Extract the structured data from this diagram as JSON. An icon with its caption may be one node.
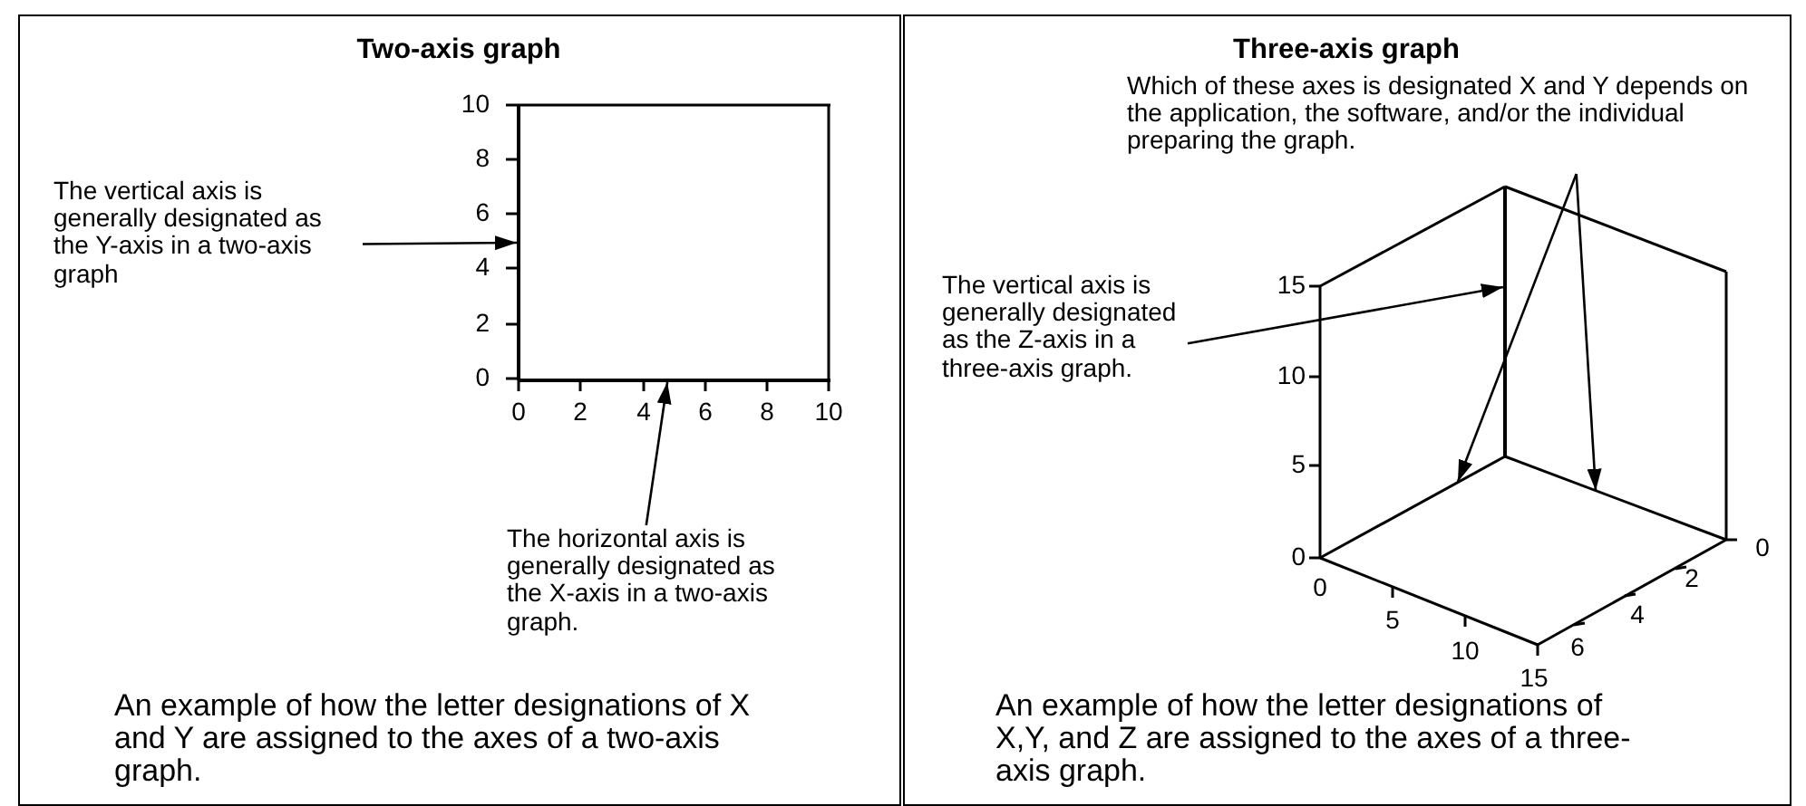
{
  "diagram": {
    "nodes": [
      {
        "text": [
          "Two-axis graph",
          "An example of how the letter designations of X and Y are assigned to the axes of a two-axis graph."
        ]
      },
      {
        "text": [
          "The vertical axis is generally designated as the Y-axis in a two-axis graph"
        ],
        "in": 0
      },
      {
        "text": [],
        "shape": "line",
        "in": 0
      },
      {
        "text": [],
        "shape": "line",
        "in": 0
      },
      {
        "text": [
          "The horizontal axis is generally designated as the X-axis in a two-axis graph."
        ],
        "in": 0
      },
      {
        "text": [
          "Three-axis graph",
          "An example of how the letter designations of X,Y, and Z are assigned to the axes of a three-axis graph."
        ]
      },
      {
        "text": [
          "Which of these axes is designated X and Y depends on the application, the software, and/or the individual preparing the graph."
        ],
        "in": 5
      },
      {
        "text": [
          "The vertical axis is generally designated as the Z-axis in a three-axis graph."
        ],
        "in": 5
      },
      {
        "text": [],
        "shape": "line",
        "in": 5
      },
      {
        "text": [],
        "shape": "line",
        "in": 5
      },
      {
        "text": [],
        "shape": "line",
        "in": 5
      }
    ],
    "edges": [
      {
        "from": 1,
        "to": 2,
        "arrow": "to"
      },
      {
        "from": 4,
        "to": 3,
        "arrow": "to"
      },
      {
        "from": 7,
        "to": 8,
        "arrow": "to"
      },
      {
        "from": 6,
        "to": 9,
        "arrow": "to"
      },
      {
        "from": 6,
        "to": 10,
        "arrow": "to"
      }
    ],
    "labels": [
      "10",
      "8",
      "6",
      "4",
      "2",
      "0",
      "0",
      "2",
      "4",
      "6",
      "8",
      "10",
      "15",
      "10",
      "5",
      "0",
      "0",
      "5",
      "10",
      "15",
      "0",
      "2",
      "4",
      "6"
    ]
  }
}
